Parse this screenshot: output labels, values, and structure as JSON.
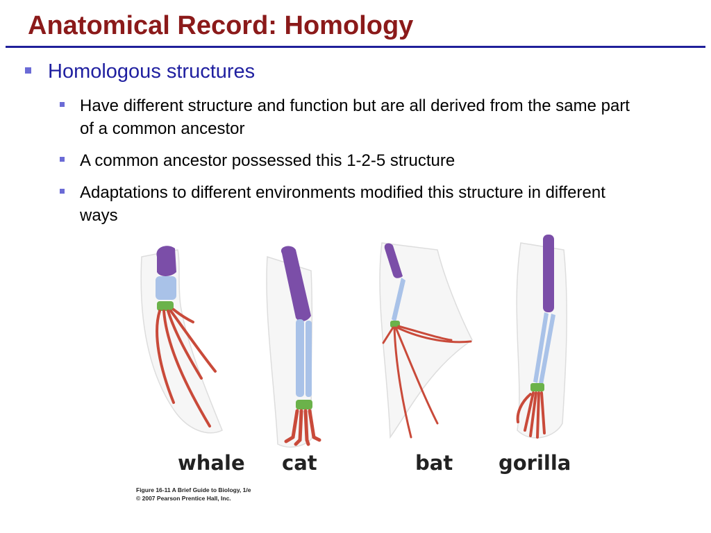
{
  "slide": {
    "title": "Anatomical Record: Homology",
    "bullet_main": "Homologous structures",
    "sub_bullets": [
      "Have different structure and function but are all derived from the same part of a common ancestor",
      "A common ancestor possessed this 1-2-5 structure",
      "Adaptations to different environments modified this structure in different ways"
    ]
  },
  "figure": {
    "labels": [
      "whale",
      "cat",
      "bat",
      "gorilla"
    ],
    "caption_line1": "Figure 16-11 A Brief Guide to Biology, 1/e",
    "caption_line2": "© 2007 Pearson Prentice Hall, Inc."
  },
  "colors": {
    "title": "#8b1a1a",
    "rule": "#1f1f9a",
    "bullet_square": "#6b6bd6",
    "humerus": "#7b4ea8",
    "radius_ulna": "#a9c2e8",
    "wrist": "#6bb24a",
    "digits": "#c94a3a"
  }
}
